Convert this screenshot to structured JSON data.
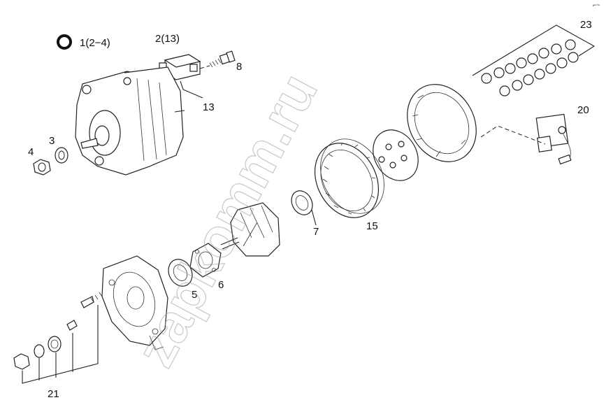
{
  "diagram": {
    "watermark": "zapkomm.ru",
    "corner_mark": "⌐~",
    "labels": {
      "l1": "1(2−4)",
      "l2": "2(13)",
      "l3": "3",
      "l4": "4",
      "l5": "5",
      "l6": "6",
      "l7": "7",
      "l8": "8",
      "l13": "13",
      "l15": "15",
      "l20": "20",
      "l21": "21",
      "l23": "23"
    }
  }
}
